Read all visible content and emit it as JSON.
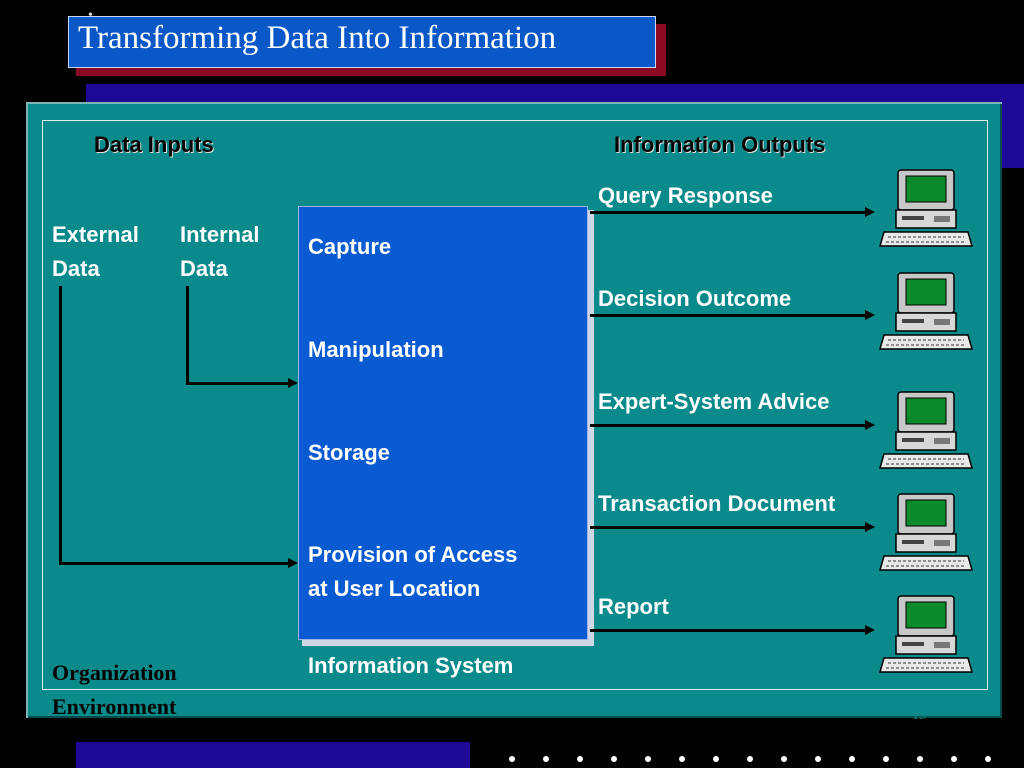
{
  "title": "Transforming Data Into Information",
  "inputs_header": "Data Inputs",
  "outputs_header": "Information Outputs",
  "inputs": {
    "external": [
      "External",
      "Data"
    ],
    "internal": [
      "Internal",
      "Data"
    ]
  },
  "system": {
    "steps": [
      "Capture",
      "Manipulation",
      "Storage",
      "Provision of Access",
      "at User Location"
    ],
    "label": "Information System"
  },
  "outputs": [
    "Query Response",
    "Decision Outcome",
    "Expert-System Advice",
    "Transaction Document",
    "Report"
  ],
  "environment_label": [
    "Organization",
    "Environment"
  ],
  "page_number": "15",
  "colors": {
    "background": "#000000",
    "title_box": "#0a58c8",
    "title_shadow": "#8b0a23",
    "band": "#1e0a96",
    "panel": "#0a8a8a",
    "system_box": "#0a5ad2",
    "monitor_screen": "#0a8a2a"
  },
  "icons": [
    "computer-icon"
  ]
}
